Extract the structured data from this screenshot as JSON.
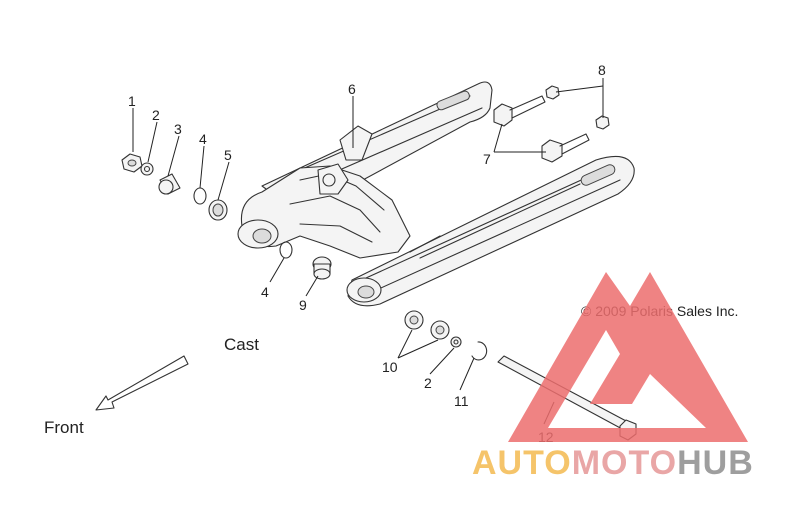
{
  "diagram": {
    "copyright": "© 2009 Polaris Sales Inc.",
    "cast_label": "Cast",
    "front_label": "Front",
    "callouts": {
      "c1": "1",
      "c2a": "2",
      "c3": "3",
      "c4a": "4",
      "c5": "5",
      "c6": "6",
      "c7": "7",
      "c8": "8",
      "c4b": "4",
      "c9": "9",
      "c10": "10",
      "c2b": "2",
      "c11": "11",
      "c12": "12"
    }
  },
  "watermark": {
    "part1": "AUTO",
    "part2": "MOTO",
    "part3": "HUB",
    "color_auto": "#f5c46a",
    "color_moto": "#e9a6a6",
    "color_hub": "#9e9e9e",
    "triangle_color": "#ec6d6d"
  }
}
